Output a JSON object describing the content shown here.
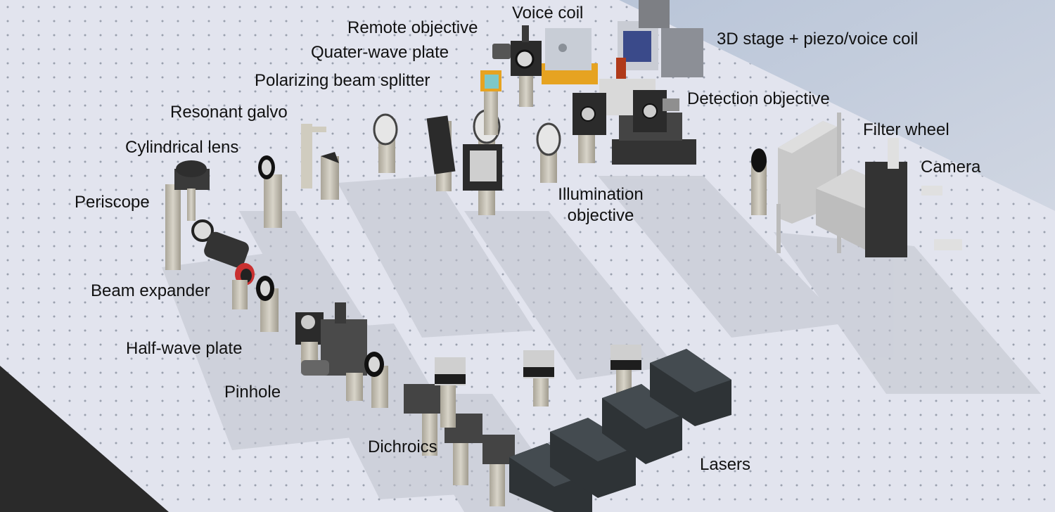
{
  "labels": {
    "voice_coil": "Voice coil",
    "remote_objective": "Remote objective",
    "quarter_wave_plate": "Quater-wave plate",
    "polarizing_beam_splitter": "Polarizing beam splitter",
    "resonant_galvo": "Resonant galvo",
    "cylindrical_lens": "Cylindrical lens",
    "periscope": "Periscope",
    "beam_expander": "Beam expander",
    "half_wave_plate": "Half-wave plate",
    "pinhole": "Pinhole",
    "dichroics": "Dichroics",
    "lasers": "Lasers",
    "stage_3d": "3D stage + piezo/voice coil",
    "detection_objective": "Detection objective",
    "filter_wheel": "Filter wheel",
    "camera": "Camera",
    "illumination_objective_line1": "Illumination",
    "illumination_objective_line2": "objective"
  },
  "colors": {
    "table_top": "#e3e4ee",
    "table_far": "#b8c3d4",
    "background_corner": "#b7c4d6",
    "dark_corner": "#2a2a2a",
    "hole": "#9aa0ae",
    "post": "#c8c4b8",
    "mount_black": "#2b2b2b",
    "laser_box": "#2e3336",
    "gold_plate": "#e6a321",
    "cyan_cube": "#7ec8c8",
    "red_ring": "#c93030",
    "housing_gray": "#bdbdbd"
  },
  "icons": {
    "optical_mount": "mount-icon",
    "laser_module": "laser-box-icon"
  }
}
